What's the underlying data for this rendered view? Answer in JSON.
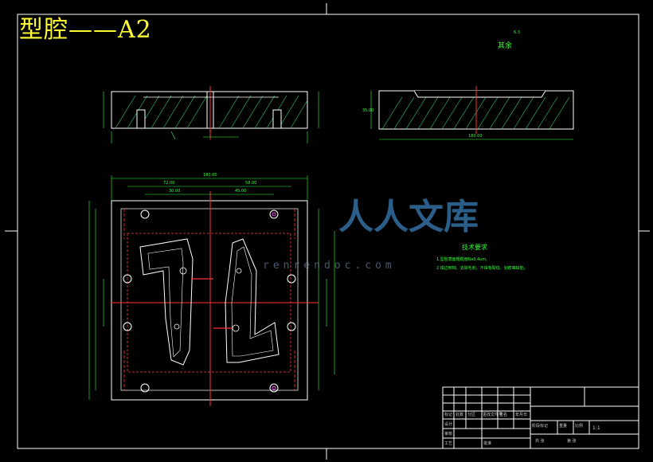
{
  "title": "型腔——A2",
  "roughness": {
    "label": "其余",
    "value": "6.3"
  },
  "notes": {
    "heading": "技术要求",
    "lines": [
      "1.型腔表面粗糙度Ra0.4um。",
      "2.锐边倒钝、去除毛刺，不得有裂纹、划痕等缺陷。"
    ]
  },
  "dimensions": {
    "overall_width": "180.00",
    "left_width": "72.00",
    "right_width": "58.00",
    "inner_left": "30.00",
    "inner_right": "45.00",
    "side_length": "180.00",
    "top_height": "35.00"
  },
  "title_block": {
    "scale": "1:1",
    "labels": [
      "标记",
      "处数",
      "分区",
      "更改文件号",
      "签名",
      "年月日",
      "设计",
      "审核",
      "工艺",
      "批准",
      "阶段标记",
      "重量",
      "比例",
      "共 张",
      "第 张"
    ]
  },
  "watermark": {
    "text": "人人文库",
    "url": "renrendoc.com"
  }
}
